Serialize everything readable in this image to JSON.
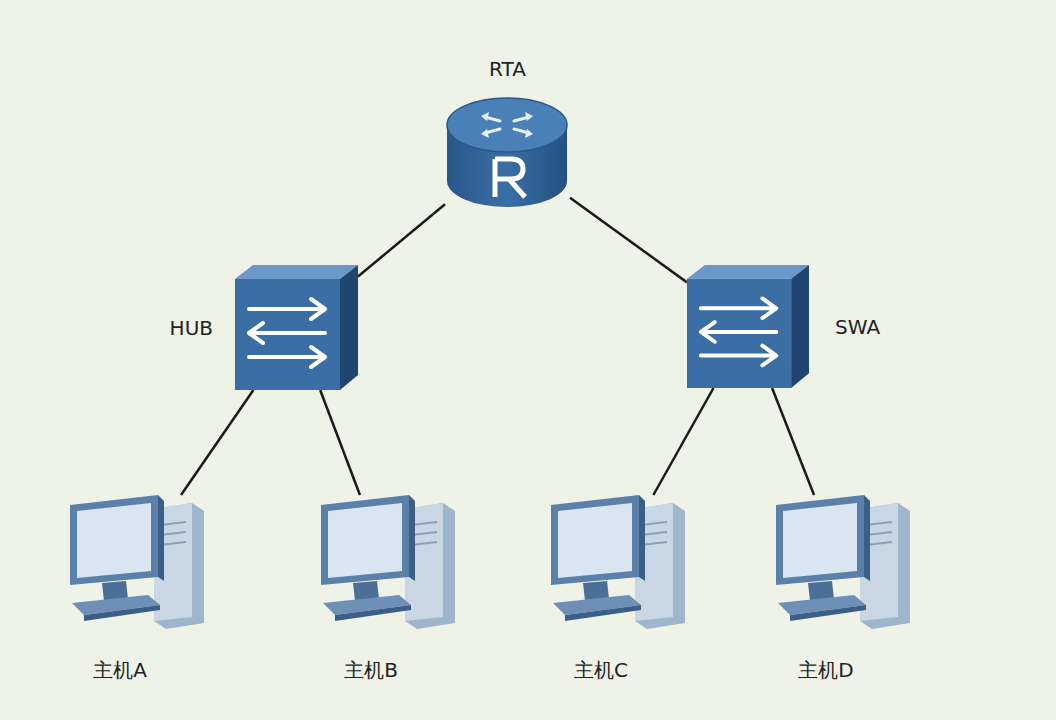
{
  "diagram": {
    "nodes": [
      {
        "text": [
          "RTA"
        ]
      },
      {
        "text": [
          "HUB"
        ]
      },
      {
        "text": [
          "SWA"
        ]
      },
      {
        "text": [
          "主机A"
        ]
      },
      {
        "text": [
          "主机B"
        ]
      },
      {
        "text": [
          "主机C"
        ]
      },
      {
        "text": [
          "主机D"
        ]
      }
    ],
    "edges": [
      {
        "from": 0,
        "to": 1,
        "arrow": "none"
      },
      {
        "from": 0,
        "to": 2,
        "arrow": "none"
      },
      {
        "from": 1,
        "to": 3,
        "arrow": "none"
      },
      {
        "from": 1,
        "to": 4,
        "arrow": "none"
      },
      {
        "from": 2,
        "to": 5,
        "arrow": "none"
      },
      {
        "from": 2,
        "to": 6,
        "arrow": "none"
      }
    ]
  }
}
